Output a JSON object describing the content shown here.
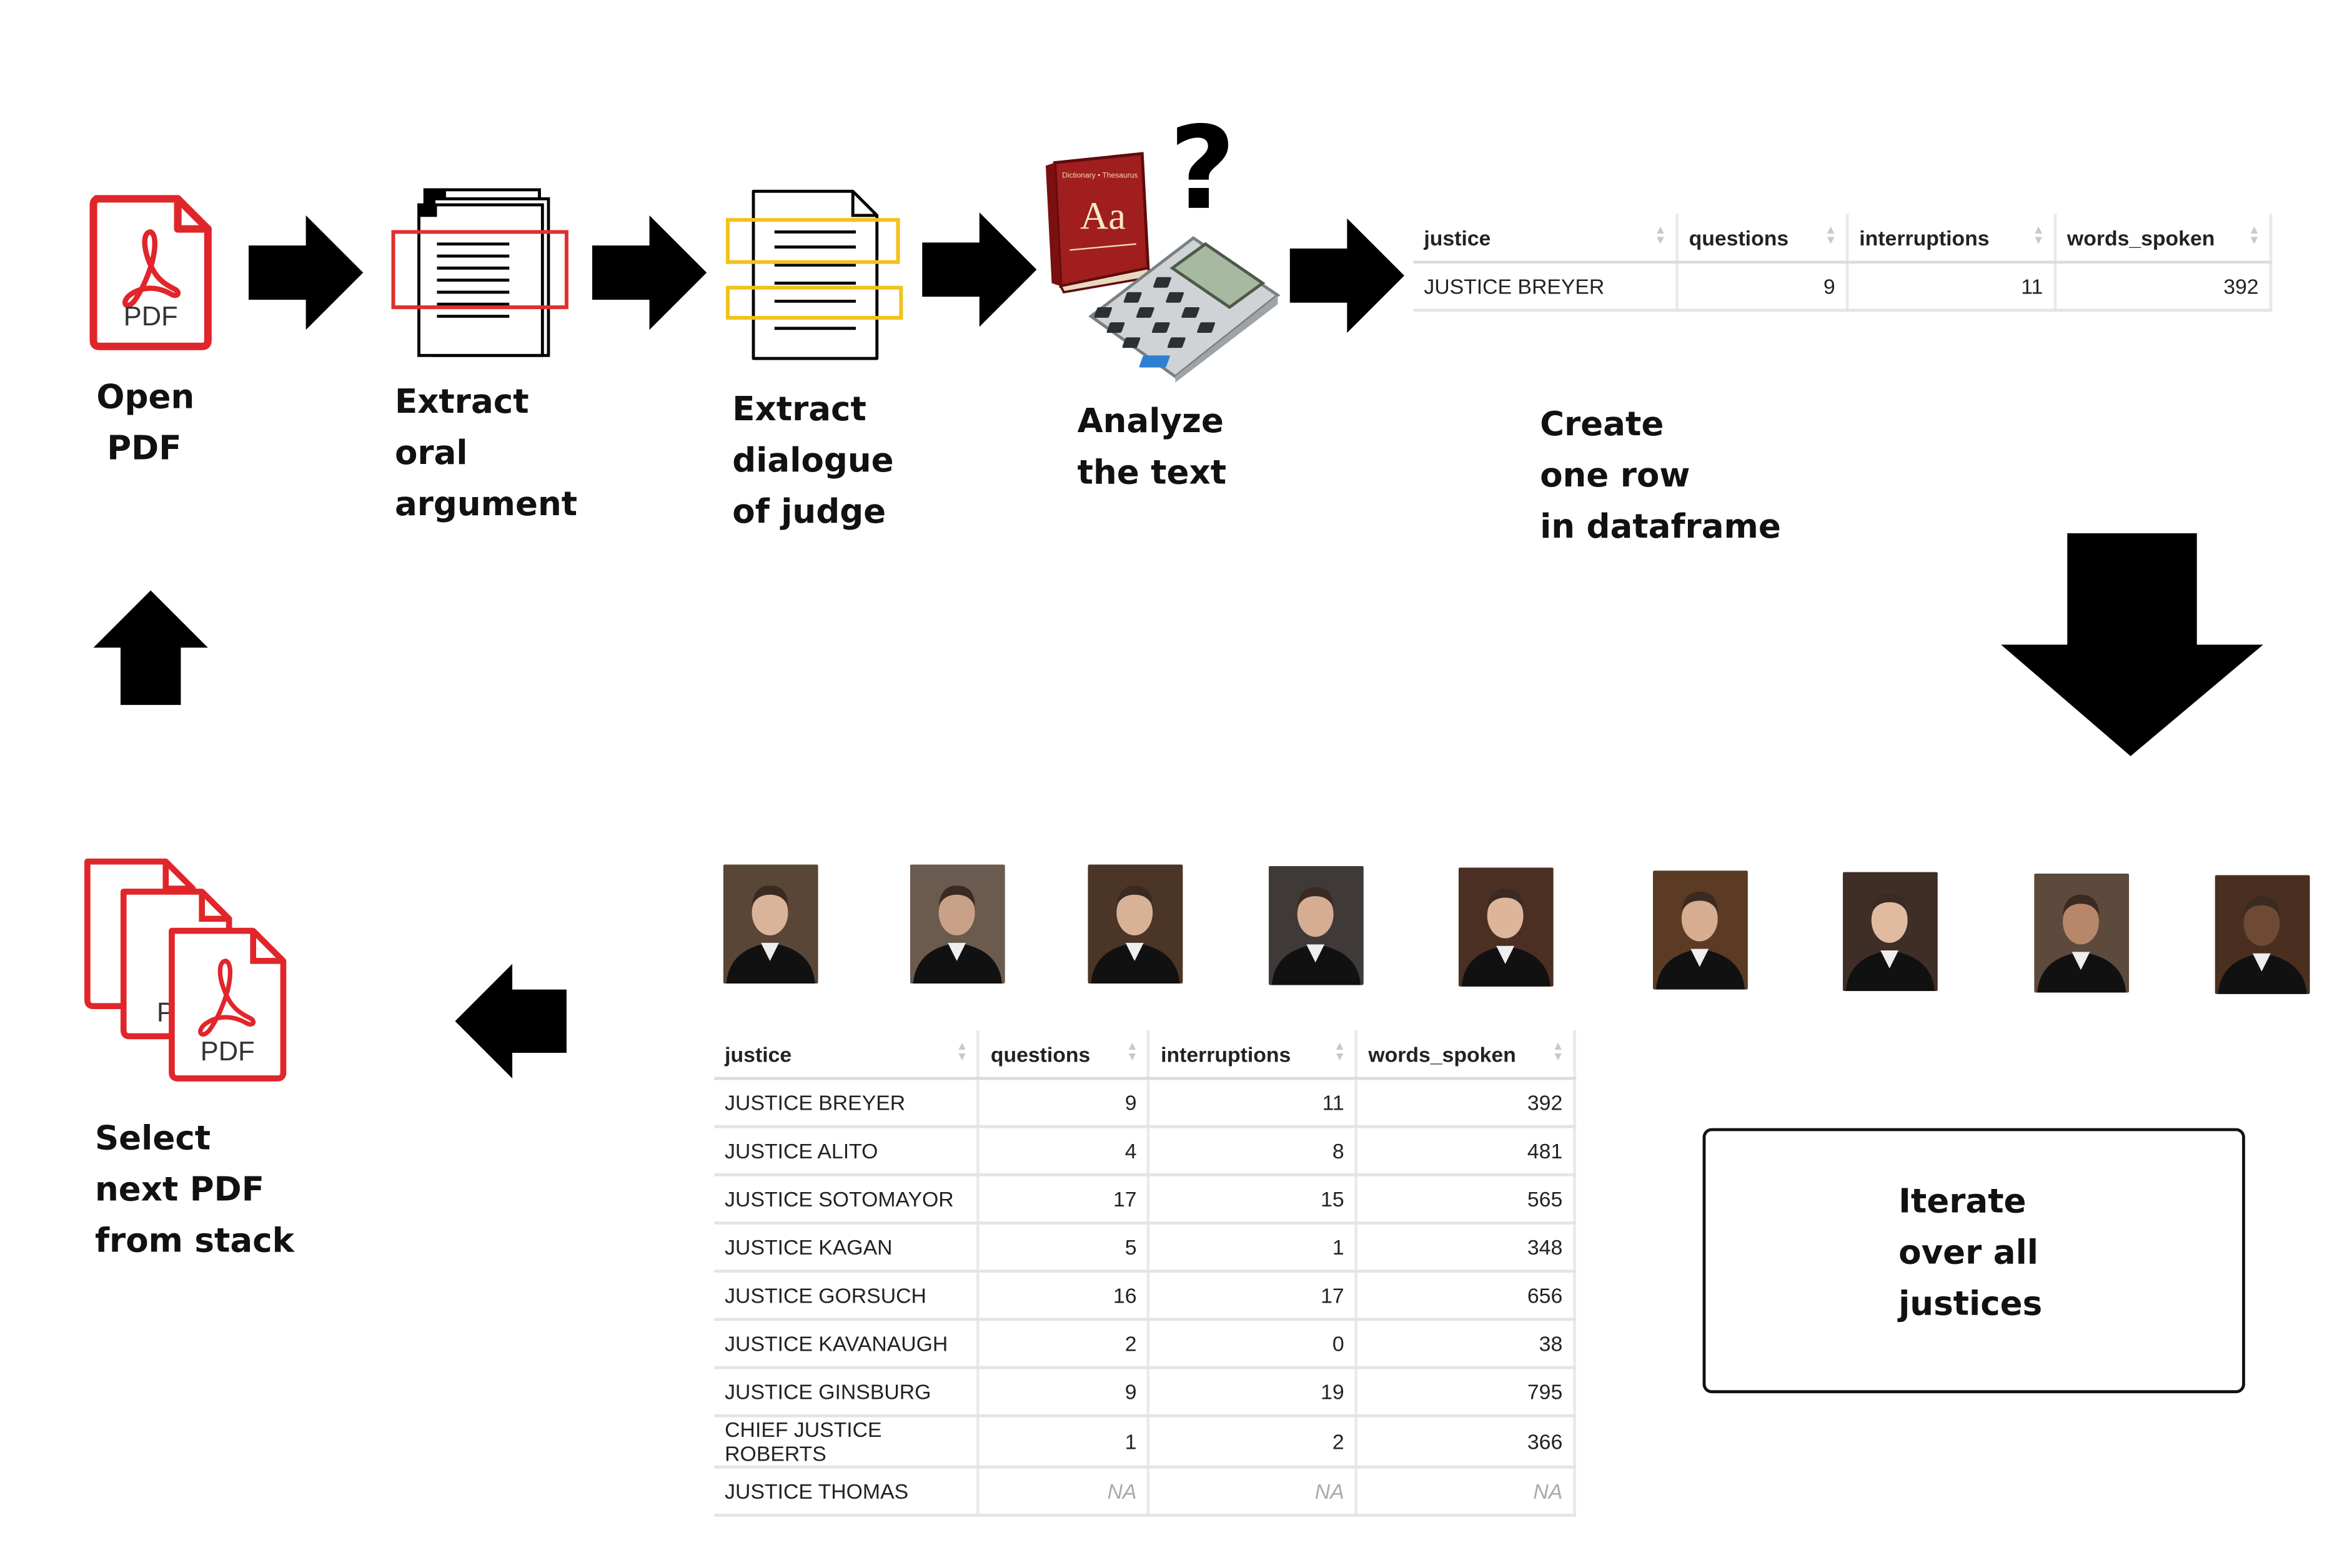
{
  "steps": {
    "open_pdf": [
      "Open",
      "PDF"
    ],
    "extract_oral": [
      "Extract",
      "oral",
      "argument"
    ],
    "extract_dialogue": [
      "Extract",
      "dialogue",
      "of judge"
    ],
    "analyze": [
      "Analyze",
      "the text"
    ],
    "create_row": [
      "Create",
      "one row",
      "in dataframe"
    ],
    "iterate": [
      "Iterate",
      "over all",
      "justices"
    ],
    "select_next": [
      "Select",
      "next PDF",
      "from stack"
    ]
  },
  "pdf_icon_text": "PDF",
  "pdf_icon_partial": "P",
  "book_icon": {
    "title": "Dictionary • Thesaurus",
    "letters": "Aa"
  },
  "question_mark": "?",
  "colors": {
    "pdf_red": "#e0262b",
    "highlight_red": "#e03030",
    "highlight_yellow": "#f1c21b",
    "book_red": "#a01e1e",
    "arrow": "#000000"
  },
  "columns": [
    "justice",
    "questions",
    "interruptions",
    "words_spoken"
  ],
  "single_row_table": {
    "rows": [
      {
        "justice": "JUSTICE BREYER",
        "questions": "9",
        "interruptions": "11",
        "words_spoken": "392"
      }
    ]
  },
  "full_table": {
    "rows": [
      {
        "justice": "JUSTICE BREYER",
        "questions": "9",
        "interruptions": "11",
        "words_spoken": "392"
      },
      {
        "justice": "JUSTICE ALITO",
        "questions": "4",
        "interruptions": "8",
        "words_spoken": "481"
      },
      {
        "justice": "JUSTICE SOTOMAYOR",
        "questions": "17",
        "interruptions": "15",
        "words_spoken": "565"
      },
      {
        "justice": "JUSTICE KAGAN",
        "questions": "5",
        "interruptions": "1",
        "words_spoken": "348"
      },
      {
        "justice": "JUSTICE GORSUCH",
        "questions": "16",
        "interruptions": "17",
        "words_spoken": "656"
      },
      {
        "justice": "JUSTICE KAVANAUGH",
        "questions": "2",
        "interruptions": "0",
        "words_spoken": "38"
      },
      {
        "justice": "JUSTICE GINSBURG",
        "questions": "9",
        "interruptions": "19",
        "words_spoken": "795"
      },
      {
        "justice": "CHIEF JUSTICE ROBERTS",
        "questions": "1",
        "interruptions": "2",
        "words_spoken": "366"
      },
      {
        "justice": "JUSTICE THOMAS",
        "questions": "NA",
        "interruptions": "NA",
        "words_spoken": "NA"
      }
    ]
  }
}
